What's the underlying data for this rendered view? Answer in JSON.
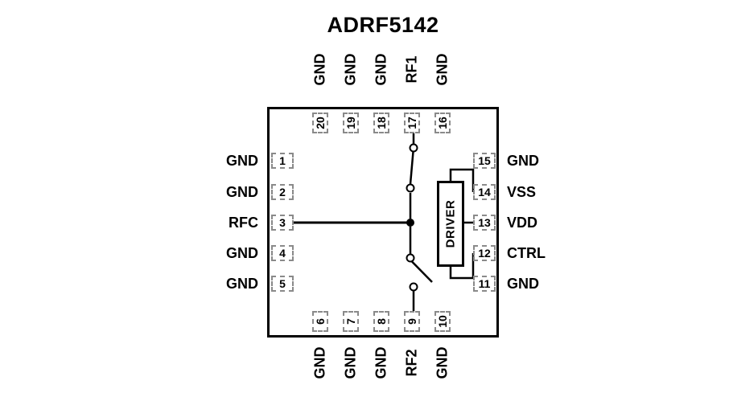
{
  "title": "ADRF5142",
  "driver": {
    "label": "DRIVER"
  },
  "pins": {
    "top": [
      {
        "number": "20",
        "label": "GND"
      },
      {
        "number": "19",
        "label": "GND"
      },
      {
        "number": "18",
        "label": "GND"
      },
      {
        "number": "17",
        "label": "RF1"
      },
      {
        "number": "16",
        "label": "GND"
      }
    ],
    "left": [
      {
        "number": "1",
        "label": "GND"
      },
      {
        "number": "2",
        "label": "GND"
      },
      {
        "number": "3",
        "label": "RFC"
      },
      {
        "number": "4",
        "label": "GND"
      },
      {
        "number": "5",
        "label": "GND"
      }
    ],
    "right": [
      {
        "number": "15",
        "label": "GND"
      },
      {
        "number": "14",
        "label": "VSS"
      },
      {
        "number": "13",
        "label": "VDD"
      },
      {
        "number": "12",
        "label": "CTRL"
      },
      {
        "number": "11",
        "label": "GND"
      }
    ],
    "bottom": [
      {
        "number": "6",
        "label": "GND"
      },
      {
        "number": "7",
        "label": "GND"
      },
      {
        "number": "8",
        "label": "GND"
      },
      {
        "number": "9",
        "label": "RF2"
      },
      {
        "number": "10",
        "label": "GND"
      }
    ]
  },
  "colors": {
    "line": "#000000",
    "pin_border": "#8a8a8a",
    "background": "#ffffff"
  }
}
